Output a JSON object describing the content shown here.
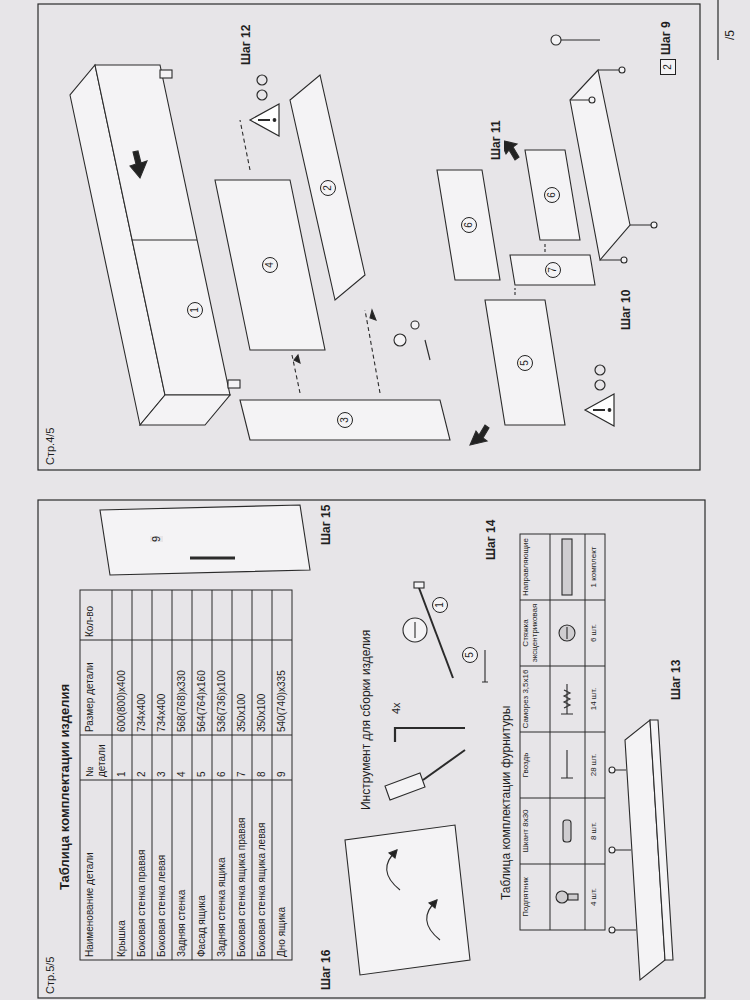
{
  "diagram": {
    "nodes": [
      {
        "text": [
          "2"
        ]
      },
      {
        "text": [
          "1"
        ]
      },
      {
        "text": [
          "2"
        ]
      },
      {
        "text": [
          "4"
        ]
      },
      {
        "text": [
          "3"
        ]
      },
      {
        "text": [
          "7"
        ]
      },
      {
        "text": [
          "6"
        ]
      },
      {
        "text": [
          "5"
        ]
      },
      {
        "text": [
          "6"
        ]
      },
      {
        "text": [
          "5"
        ]
      },
      {
        "text": [
          "1"
        ]
      }
    ],
    "labels": [
      "/5",
      "Шаг 9",
      "Шаг 10",
      "Шаг 11",
      "Шаг 12",
      "Стр.4/5",
      "Шаг 13",
      "Шаг 14",
      "Таблица комплектации фурнитуры",
      "Подпятник",
      "Шкант 8х30",
      "Гвоздь",
      "Саморез 3,5х16",
      "Стяжка эксцентриковая",
      "Направляющие",
      "4 шт.",
      "8 шт.",
      "28 шт.",
      "14 шт.",
      "6 шт.",
      "1 комплект",
      "Инструмент для сборки изделия",
      "4x",
      "Шаг 15",
      "9",
      "Шаг 16",
      "Таблица комплектации изделия",
      "Наименование детали",
      "№ детали",
      "Размер детали",
      "Кол-во",
      "Крышка",
      "1",
      "600(800)x400",
      "Боковая стенка правая",
      "2",
      "734x400",
      "Боковая стенка левая",
      "3",
      "734x400",
      "Задняя стенка",
      "4",
      "568(768)x330",
      "Фасад ящика",
      "5",
      "564(764)x160",
      "Задняя стенка ящика",
      "6",
      "536(736)x100",
      "Боковая стенка ящика правая",
      "7",
      "350x100",
      "Боковая стенка ящика левая",
      "8",
      "350x100",
      "Дно ящика",
      "9",
      "540(740)x335",
      "Стр.5/5"
    ]
  }
}
